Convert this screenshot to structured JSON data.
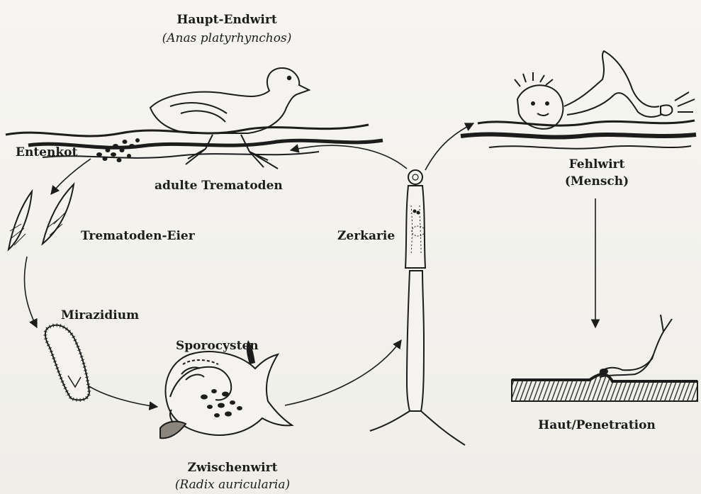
{
  "labels": {
    "haupt_endwirt": "Haupt-Endwirt",
    "anas": "(Anas platyrhynchos)",
    "entenkot": "Entenkot",
    "adulte_trematoden": "adulte Trematoden",
    "trematoden_eier": "Trematoden-Eier",
    "mirazidium": "Mirazidium",
    "sporocysten": "Sporocysten",
    "zwischenwirt": "Zwischenwirt",
    "radix": "(Radix auricularia)",
    "zerkarie": "Zerkarie",
    "fehlwirt": "Fehlwirt",
    "mensch": "(Mensch)",
    "haut_penetration": "Haut/Penetration"
  },
  "colors": {
    "ink": "#1c1c1c",
    "paper": "#f4f3ef",
    "skin": "#6f6a62"
  }
}
